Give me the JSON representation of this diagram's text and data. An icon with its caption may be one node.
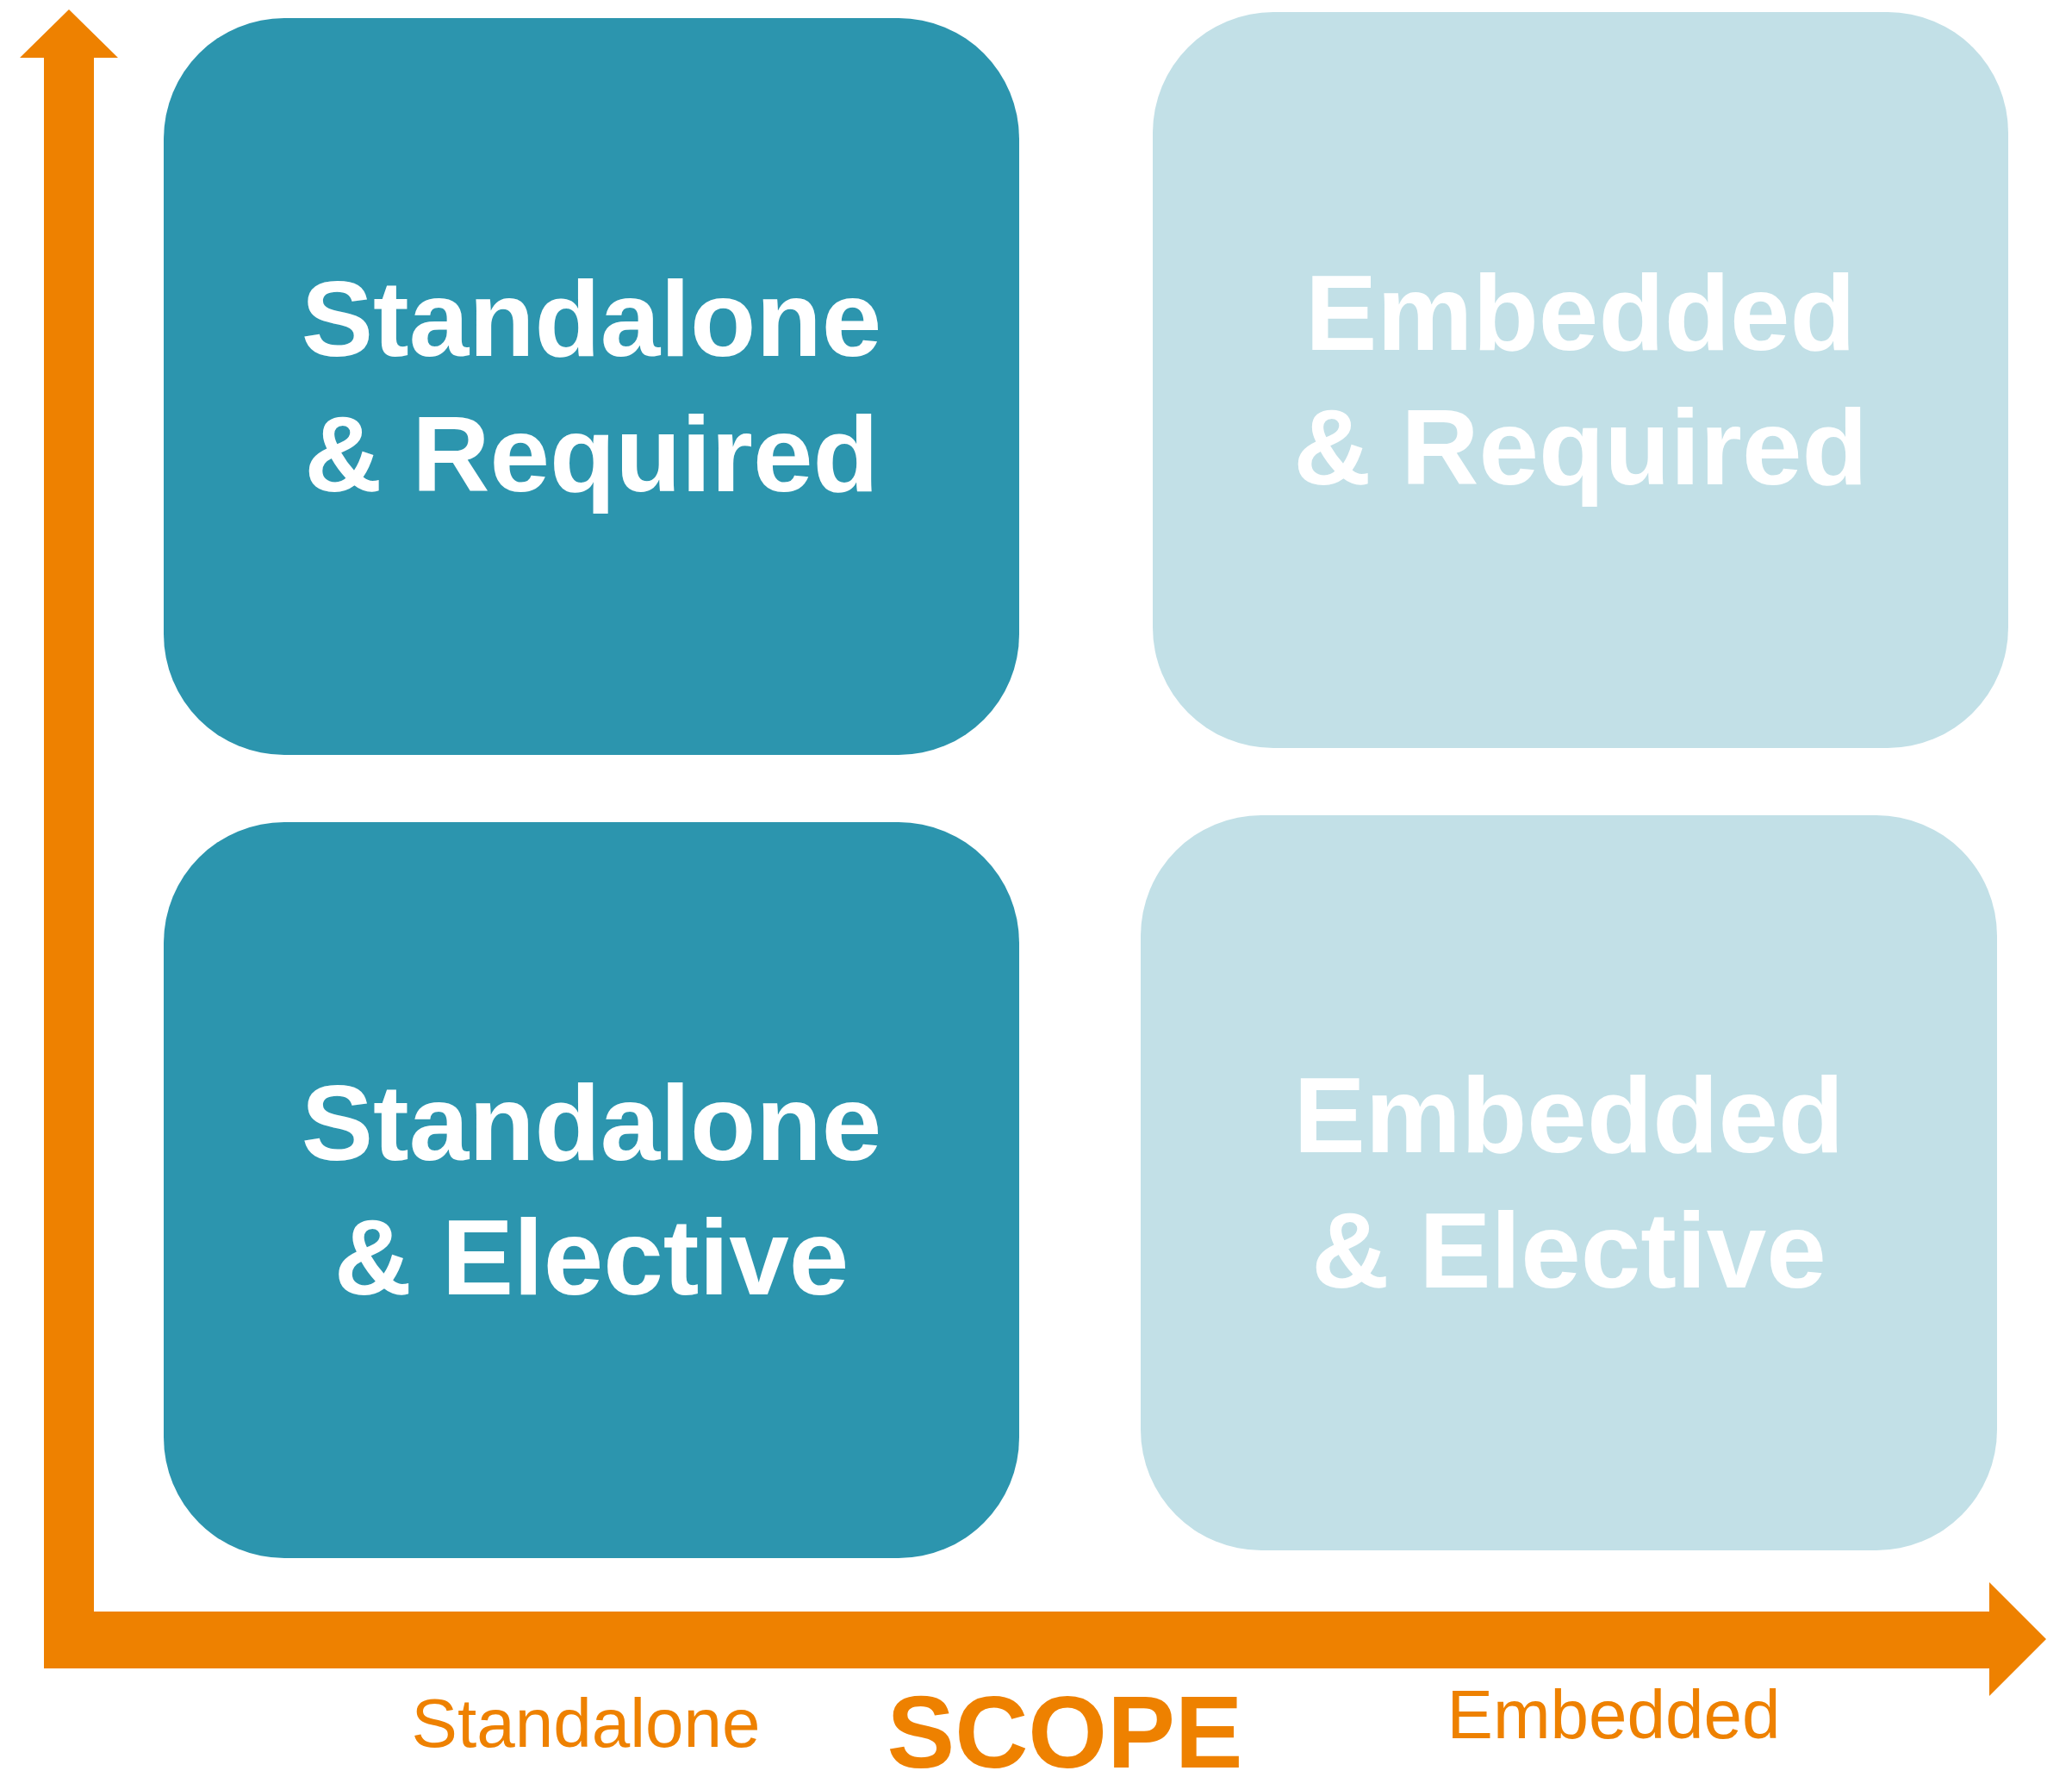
{
  "diagram": {
    "nodes": [
      {
        "text": [
          "Standalone & Required"
        ]
      },
      {
        "text": [
          "Embedded & Required"
        ]
      },
      {
        "text": [
          "Standalone & Elective"
        ]
      },
      {
        "text": [
          "Embedded & Elective"
        ]
      }
    ],
    "labels": [
      "Standalone",
      "SCOPE",
      "Embedded"
    ]
  }
}
